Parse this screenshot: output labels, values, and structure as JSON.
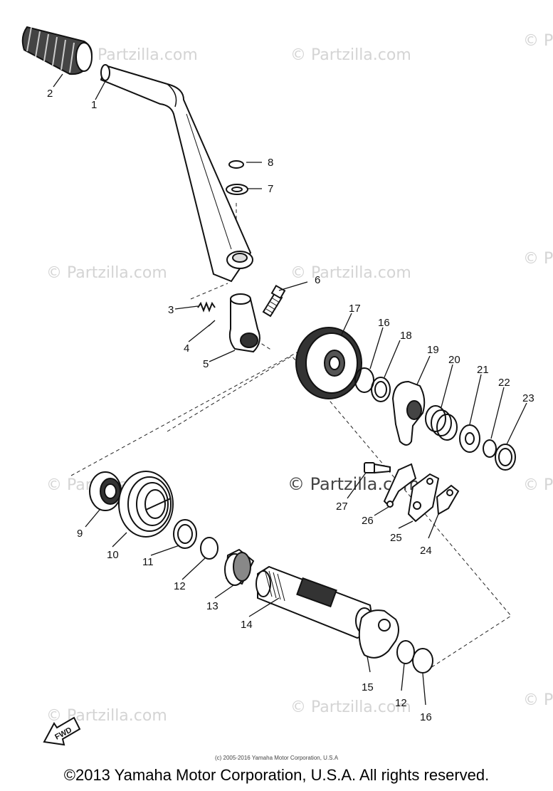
{
  "watermark": "© Partzilla.com",
  "fwd_label": "FWD",
  "small_copyright": "(c) 2005-2016 Yamaha Motor Corporation, U.S.A",
  "footer_copyright": "©2013 Yamaha Motor Corporation, U.S.A. All rights reserved.",
  "part_labels": [
    "1",
    "2",
    "3",
    "4",
    "5",
    "6",
    "7",
    "8",
    "9",
    "10",
    "11",
    "12",
    "13",
    "14",
    "15",
    "12",
    "16",
    "16",
    "17",
    "18",
    "19",
    "20",
    "21",
    "22",
    "23",
    "24",
    "25",
    "26",
    "27"
  ]
}
